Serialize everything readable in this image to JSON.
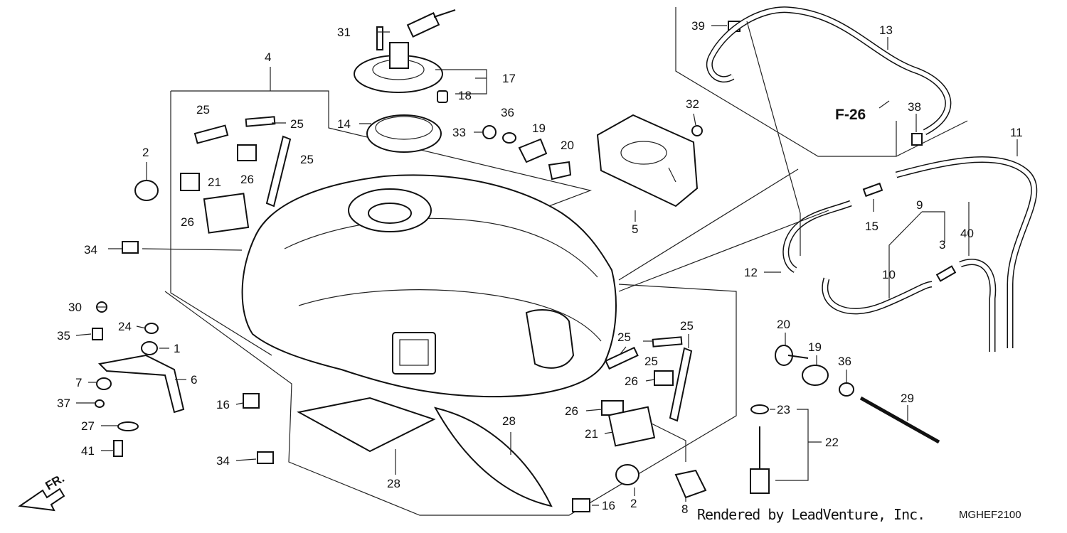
{
  "diagram": {
    "reference": "F-26",
    "direction_marker": "FR.",
    "credit": "Rendered by LeadVenture, Inc.",
    "drawing_code": "MGHEF2100",
    "callouts": [
      {
        "id": "c31",
        "number": "31"
      },
      {
        "id": "c17",
        "number": "17"
      },
      {
        "id": "c18",
        "number": "18"
      },
      {
        "id": "c14",
        "number": "14"
      },
      {
        "id": "c4",
        "number": "4"
      },
      {
        "id": "c25a",
        "number": "25"
      },
      {
        "id": "c25b",
        "number": "25"
      },
      {
        "id": "c25c",
        "number": "25"
      },
      {
        "id": "c26a",
        "number": "26"
      },
      {
        "id": "c21a",
        "number": "21"
      },
      {
        "id": "c26b",
        "number": "26"
      },
      {
        "id": "c2a",
        "number": "2"
      },
      {
        "id": "c34a",
        "number": "34"
      },
      {
        "id": "c33",
        "number": "33"
      },
      {
        "id": "c36a",
        "number": "36"
      },
      {
        "id": "c19a",
        "number": "19"
      },
      {
        "id": "c20a",
        "number": "20"
      },
      {
        "id": "c32",
        "number": "32"
      },
      {
        "id": "c5",
        "number": "5"
      },
      {
        "id": "c39",
        "number": "39"
      },
      {
        "id": "c13",
        "number": "13"
      },
      {
        "id": "c38",
        "number": "38"
      },
      {
        "id": "c11",
        "number": "11"
      },
      {
        "id": "c15",
        "number": "15"
      },
      {
        "id": "c9",
        "number": "9"
      },
      {
        "id": "c3",
        "number": "3"
      },
      {
        "id": "c40",
        "number": "40"
      },
      {
        "id": "c10",
        "number": "10"
      },
      {
        "id": "c12",
        "number": "12"
      },
      {
        "id": "c30",
        "number": "30"
      },
      {
        "id": "c24",
        "number": "24"
      },
      {
        "id": "c35",
        "number": "35"
      },
      {
        "id": "c1",
        "number": "1"
      },
      {
        "id": "c6",
        "number": "6"
      },
      {
        "id": "c7",
        "number": "7"
      },
      {
        "id": "c37",
        "number": "37"
      },
      {
        "id": "c27",
        "number": "27"
      },
      {
        "id": "c41",
        "number": "41"
      },
      {
        "id": "c16a",
        "number": "16"
      },
      {
        "id": "c34b",
        "number": "34"
      },
      {
        "id": "c28a",
        "number": "28"
      },
      {
        "id": "c28b",
        "number": "28"
      },
      {
        "id": "c25d",
        "number": "25"
      },
      {
        "id": "c25e",
        "number": "25"
      },
      {
        "id": "c25f",
        "number": "25"
      },
      {
        "id": "c26c",
        "number": "26"
      },
      {
        "id": "c26d",
        "number": "26"
      },
      {
        "id": "c21b",
        "number": "21"
      },
      {
        "id": "c20b",
        "number": "20"
      },
      {
        "id": "c19b",
        "number": "19"
      },
      {
        "id": "c36b",
        "number": "36"
      },
      {
        "id": "c29",
        "number": "29"
      },
      {
        "id": "c23",
        "number": "23"
      },
      {
        "id": "c22",
        "number": "22"
      },
      {
        "id": "c2b",
        "number": "2"
      },
      {
        "id": "c16b",
        "number": "16"
      },
      {
        "id": "c8",
        "number": "8"
      }
    ]
  }
}
